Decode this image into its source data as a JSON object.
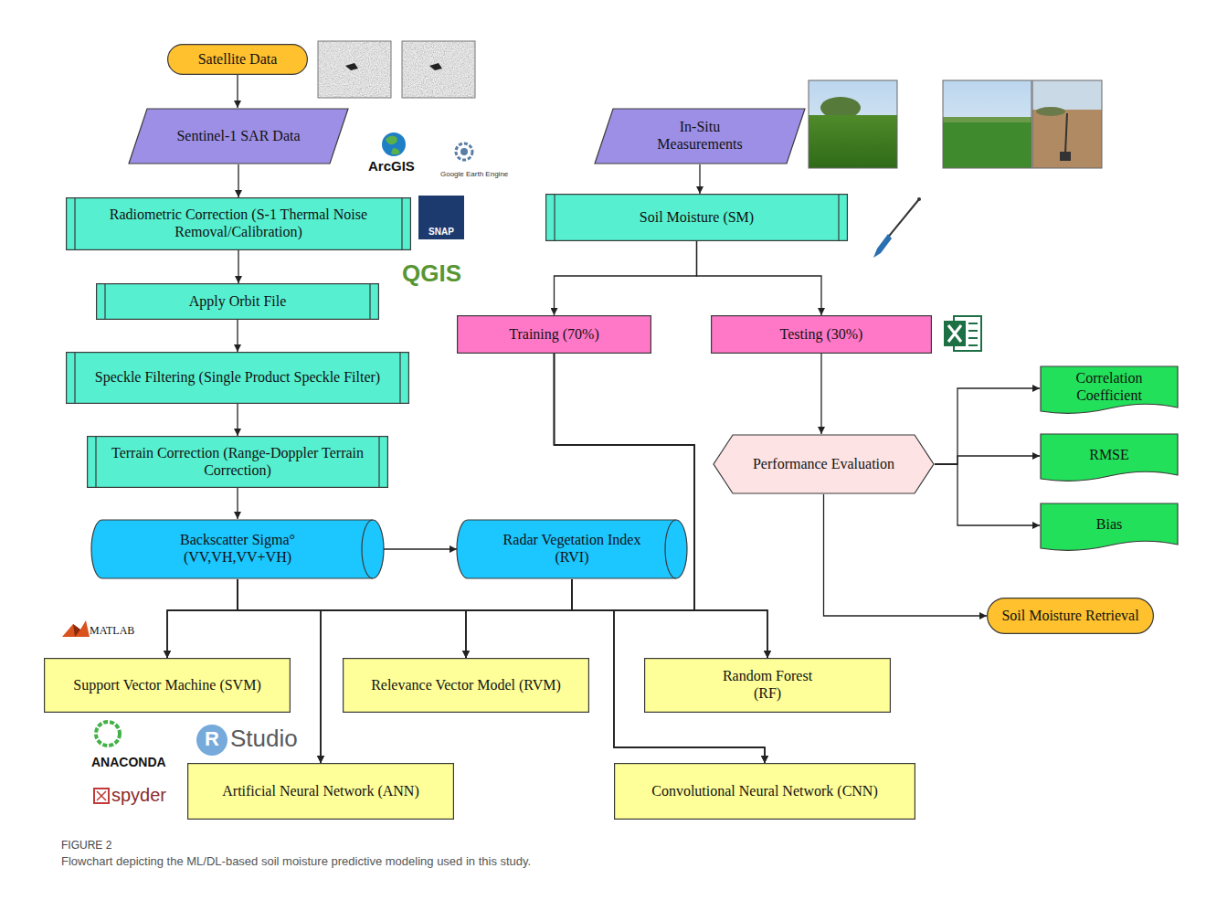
{
  "diagram": {
    "caption": "Flowchart depicting the ML/DL-based soil moisture predictive modeling used in this study.",
    "nodes": [
      {
        "text": [
          "Satellite Data"
        ]
      },
      {
        "text": [
          "Sentinel-1 SAR Data"
        ]
      },
      {
        "text": [
          "Radiometric Correction (S-1 Thermal Noise Removal/Calibration)"
        ]
      },
      {
        "text": [
          "Apply Orbit File"
        ]
      },
      {
        "text": [
          "Speckle Filtering (Single Product Speckle Filter)"
        ]
      },
      {
        "text": [
          "Terrain Correction (Range-Doppler Terrain Correction)"
        ]
      },
      {
        "text": [
          "Backscatter Sigma°(VV,VH,VV+VH)"
        ]
      },
      {
        "text": [
          "Radar Vegetation Index (RVI)"
        ]
      },
      {
        "text": [
          "In-Situ Measurements"
        ]
      },
      {
        "text": [
          "Soil Moisture (SM)"
        ]
      },
      {
        "text": [
          "Training (70%)"
        ]
      },
      {
        "text": [
          "Testing (30%)"
        ]
      },
      {
        "text": [
          "Performance Evaluation"
        ]
      },
      {
        "text": [
          "Correlation Coefficient"
        ]
      },
      {
        "text": [
          "RMSE"
        ]
      },
      {
        "text": [
          "Bias"
        ]
      },
      {
        "text": [
          "Soil Moisture Retrieval"
        ]
      },
      {
        "text": [
          "Support Vector Machine (SVM)"
        ]
      },
      {
        "text": [
          "Relevance Vector Model (RVM)"
        ]
      },
      {
        "text": [
          "Random Forest (RF)"
        ]
      },
      {
        "text": [
          "Artificial Neural Network (ANN)"
        ]
      },
      {
        "text": [
          "Convolutional Neural Network (CNN)"
        ]
      }
    ],
    "edges": [
      {
        "from": 0,
        "to": 1,
        "arrow": "to"
      },
      {
        "from": 1,
        "to": 2,
        "arrow": "to"
      },
      {
        "from": 2,
        "to": 3,
        "arrow": "to"
      },
      {
        "from": 3,
        "to": 4,
        "arrow": "to"
      },
      {
        "from": 4,
        "to": 5,
        "arrow": "to"
      },
      {
        "from": 5,
        "to": 6,
        "arrow": "to"
      },
      {
        "from": 6,
        "to": 7,
        "arrow": "to"
      },
      {
        "from": 8,
        "to": 9,
        "arrow": "to"
      },
      {
        "from": 9,
        "to": 10,
        "arrow": "to"
      },
      {
        "from": 9,
        "to": 11,
        "arrow": "to"
      },
      {
        "from": 11,
        "to": 12,
        "arrow": "to"
      },
      {
        "from": 12,
        "to": 13,
        "arrow": "to"
      },
      {
        "from": 12,
        "to": 14,
        "arrow": "to"
      },
      {
        "from": 12,
        "to": 15,
        "arrow": "to"
      },
      {
        "from": 12,
        "to": 16,
        "arrow": "to"
      },
      {
        "from": 6,
        "to": 17,
        "arrow": "to"
      },
      {
        "from": 6,
        "to": 20,
        "arrow": "to"
      },
      {
        "from": 6,
        "to": 18,
        "arrow": "to"
      },
      {
        "from": 6,
        "to": 21,
        "arrow": "to"
      },
      {
        "from": 6,
        "to": 19,
        "arrow": "to"
      },
      {
        "from": 7,
        "to": 17,
        "arrow": "to"
      },
      {
        "from": 7,
        "to": 20,
        "arrow": "to"
      },
      {
        "from": 7,
        "to": 18,
        "arrow": "to"
      },
      {
        "from": 7,
        "to": 21,
        "arrow": "to"
      },
      {
        "from": 7,
        "to": 19,
        "arrow": "to"
      },
      {
        "from": 10,
        "to": 17,
        "arrow": "to"
      },
      {
        "from": 10,
        "to": 20,
        "arrow": "to"
      },
      {
        "from": 10,
        "to": 18,
        "arrow": "to"
      },
      {
        "from": 10,
        "to": 21,
        "arrow": "to"
      },
      {
        "from": 10,
        "to": 19,
        "arrow": "to"
      }
    ],
    "labels": [
      "ArcGIS",
      "Google Earth Engine",
      "SNAP",
      "QGIS",
      "MATLAB",
      "R",
      "Studio",
      "ANACONDA",
      "spyder",
      "FIGURE 2"
    ]
  }
}
